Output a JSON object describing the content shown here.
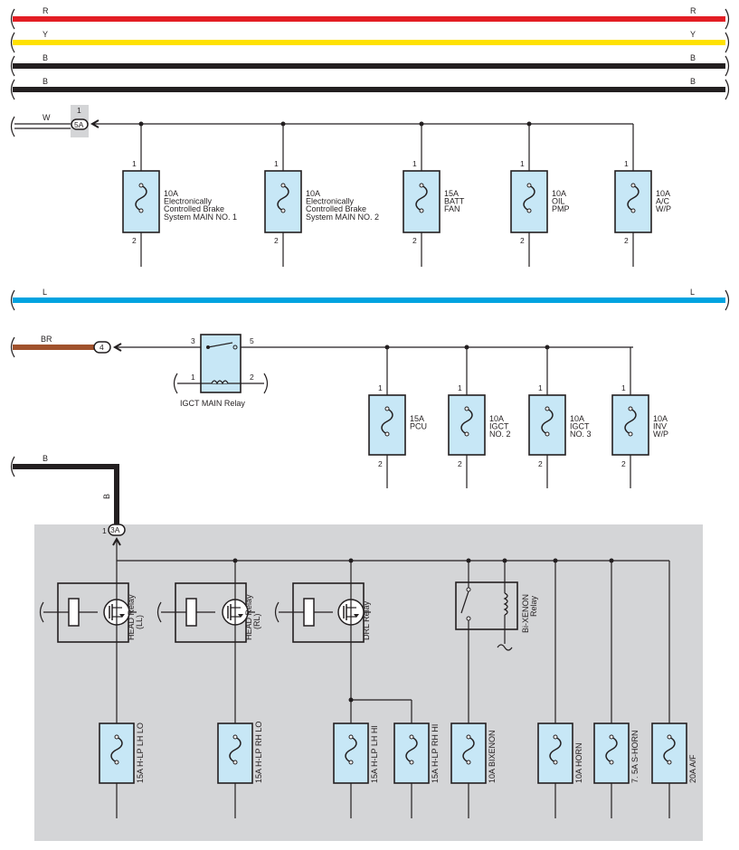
{
  "colors": {
    "red": "#e31e24",
    "yellow": "#ffe100",
    "black": "#231f20",
    "blue": "#00a3e0",
    "brown": "#a0522d",
    "fuse_fill": "#c7e7f6",
    "panel_gray": "#d4d5d7"
  },
  "wires": {
    "r": "R",
    "y": "Y",
    "b1": "B",
    "b2": "B",
    "l": "L",
    "w": "W",
    "br": "BR",
    "b_left": "B",
    "b_vert": "B"
  },
  "connectors": {
    "c5a_pin": "1",
    "c5a_name": "5A",
    "c4_name": "4",
    "c3a_pin": "1",
    "c3a_name": "3A"
  },
  "section1": {
    "fuses": [
      {
        "pin_top": "1",
        "pin_bot": "2",
        "lines": [
          "10A",
          "Electronically",
          "Controlled Brake",
          "System MAIN NO. 1"
        ]
      },
      {
        "pin_top": "1",
        "pin_bot": "2",
        "lines": [
          "10A",
          "Electronically",
          "Controlled Brake",
          "System MAIN NO. 2"
        ]
      },
      {
        "pin_top": "1",
        "pin_bot": "2",
        "lines": [
          "15A",
          "BATT",
          "FAN"
        ]
      },
      {
        "pin_top": "1",
        "pin_bot": "2",
        "lines": [
          "10A",
          "OIL",
          "PMP"
        ]
      },
      {
        "pin_top": "1",
        "pin_bot": "2",
        "lines": [
          "10A",
          "A/C",
          "W/P"
        ]
      }
    ]
  },
  "section2": {
    "relay": {
      "name": "IGCT MAIN Relay",
      "pin3": "3",
      "pin5": "5",
      "pin1": "1",
      "pin2": "2"
    },
    "fuses": [
      {
        "pin_top": "1",
        "pin_bot": "2",
        "lines": [
          "15A",
          "PCU"
        ]
      },
      {
        "pin_top": "1",
        "pin_bot": "2",
        "lines": [
          "10A",
          "IGCT",
          "NO. 2"
        ]
      },
      {
        "pin_top": "1",
        "pin_bot": "2",
        "lines": [
          "10A",
          "IGCT",
          "NO. 3"
        ]
      },
      {
        "pin_top": "1",
        "pin_bot": "2",
        "lines": [
          "10A",
          "INV",
          "W/P"
        ]
      }
    ]
  },
  "section3": {
    "relays": [
      {
        "name1": "HEAD Relay",
        "name2": "(LL)"
      },
      {
        "name1": "HEAD Relay",
        "name2": "(RL)"
      },
      {
        "name1": "DRL Relay",
        "name2": ""
      },
      {
        "name1": "Bi-XENON",
        "name2": "Relay"
      }
    ],
    "fuses": [
      "15A H-LP LH LO",
      "15A H-LP RH LO",
      "15A H-LP LH HI",
      "15A H-LP RH HI",
      "10A BIXENON",
      "10A HORN",
      "7. 5A S-HORN",
      "20A A/F"
    ]
  }
}
